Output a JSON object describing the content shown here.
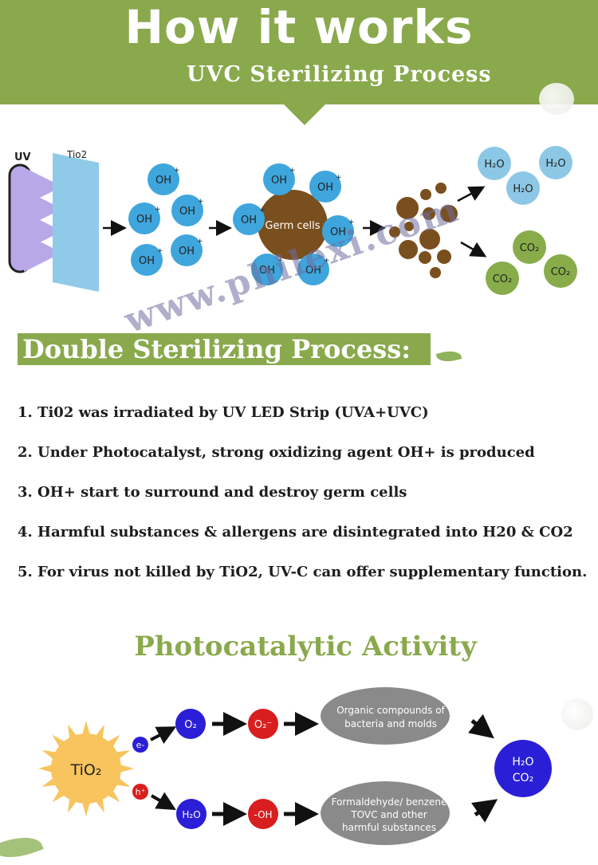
{
  "header": {
    "title": "How it works",
    "subtitle": "UVC Sterilizing Process"
  },
  "process_diagram": {
    "uv_label": "UV",
    "tio2_label": "Tio2",
    "oh_label": "OH",
    "oh_charge": "+",
    "germ_label": "Germ cells",
    "h2o_label": "H₂O",
    "co2_label": "CO₂"
  },
  "double_section": {
    "title": "Double Sterilizing Process:",
    "steps": [
      "1. Ti02 was irradiated by UV LED Strip (UVA+UVC)",
      "2. Under Photocatalyst, strong oxidizing agent OH+ is produced",
      "3. OH+ start to surround and destroy germ cells",
      "4. Harmful substances & allergens are disintegrated into H20 & CO2",
      "5. For virus not killed by TiO2, UV-C can offer supplementary function."
    ]
  },
  "photocatalytic": {
    "title": "Photocatalytic Activity",
    "tio2": "TiO₂",
    "electron": "e-",
    "hole": "h⁺",
    "o2": "O₂",
    "o2_radical": "O₂⁻",
    "h2o": "H₂O",
    "oh_radical": "-OH",
    "organic_line1": "Organic compounds of",
    "organic_line2": "bacteria and molds",
    "formaldehyde_line1": "Formaldehyde/ benzene",
    "formaldehyde_line2": "TOVC and other",
    "formaldehyde_line3": "harmful substances",
    "product_line1": "H₂O",
    "product_line2": "CO₂"
  },
  "watermark": "www.philexi.com",
  "colors": {
    "brand_green": "#89a94c",
    "oh_blue": "#3fa6dd",
    "germ_brown": "#7a4f1e",
    "co2_green": "#88ac4a",
    "uv_purple": "#b8a8e8",
    "tio2_blue": "#8fcbe8",
    "deep_blue": "#2a1fd6",
    "radical_red": "#d81e1e",
    "cloud_gray": "#8a8a8a",
    "sun_orange": "#f7c45e"
  }
}
